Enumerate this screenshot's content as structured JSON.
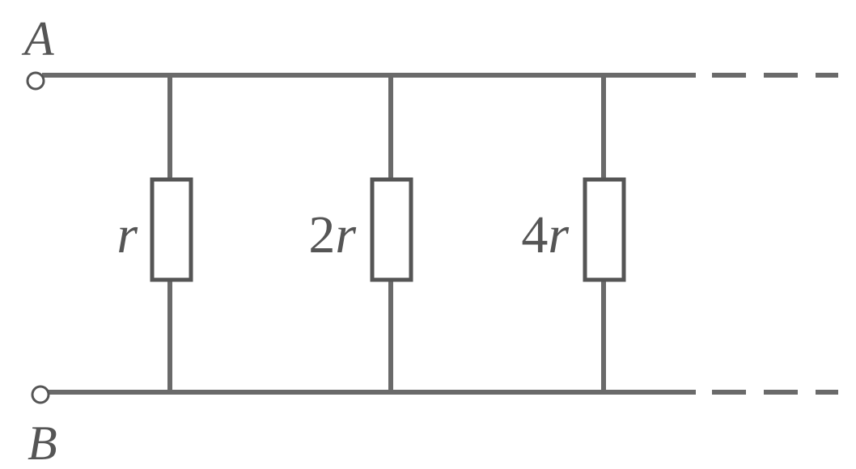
{
  "terminals": {
    "top_label": "A",
    "bottom_label": "B"
  },
  "resistors": [
    {
      "coef": "",
      "var": "r"
    },
    {
      "coef": "2",
      "var": "r"
    },
    {
      "coef": "4",
      "var": "r"
    }
  ],
  "colors": {
    "wire": "#6a6a6a",
    "outline": "#555555",
    "background": "#ffffff"
  }
}
